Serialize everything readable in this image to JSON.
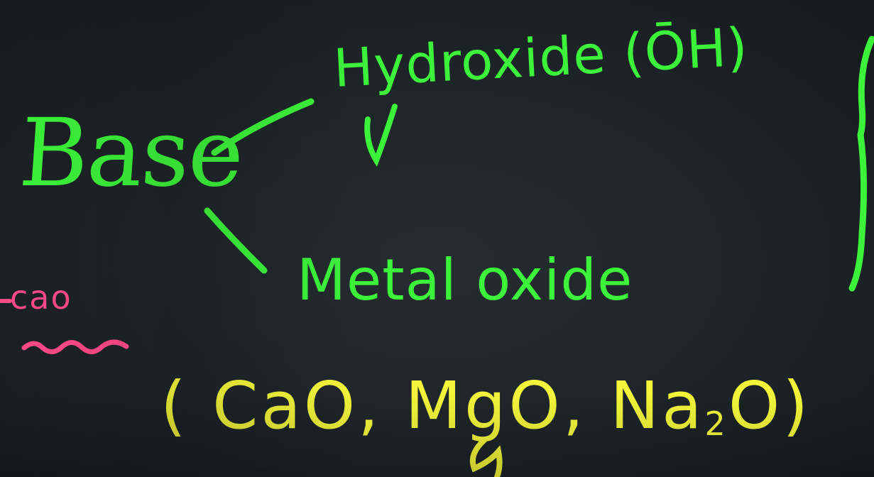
{
  "board": {
    "main_term": "Base",
    "branch_top": "Hydroxide (ŌH)",
    "branch_bottom": "Metal oxide",
    "side_note": "cao",
    "examples_open": "( CaO, MgO, Na",
    "examples_sub": "2",
    "examples_close": "O)"
  },
  "colors": {
    "green_ink": "#3cf23a",
    "yellow_ink": "#f2f53a",
    "pink_ink": "#ff4a88",
    "background": "#1c2226"
  }
}
